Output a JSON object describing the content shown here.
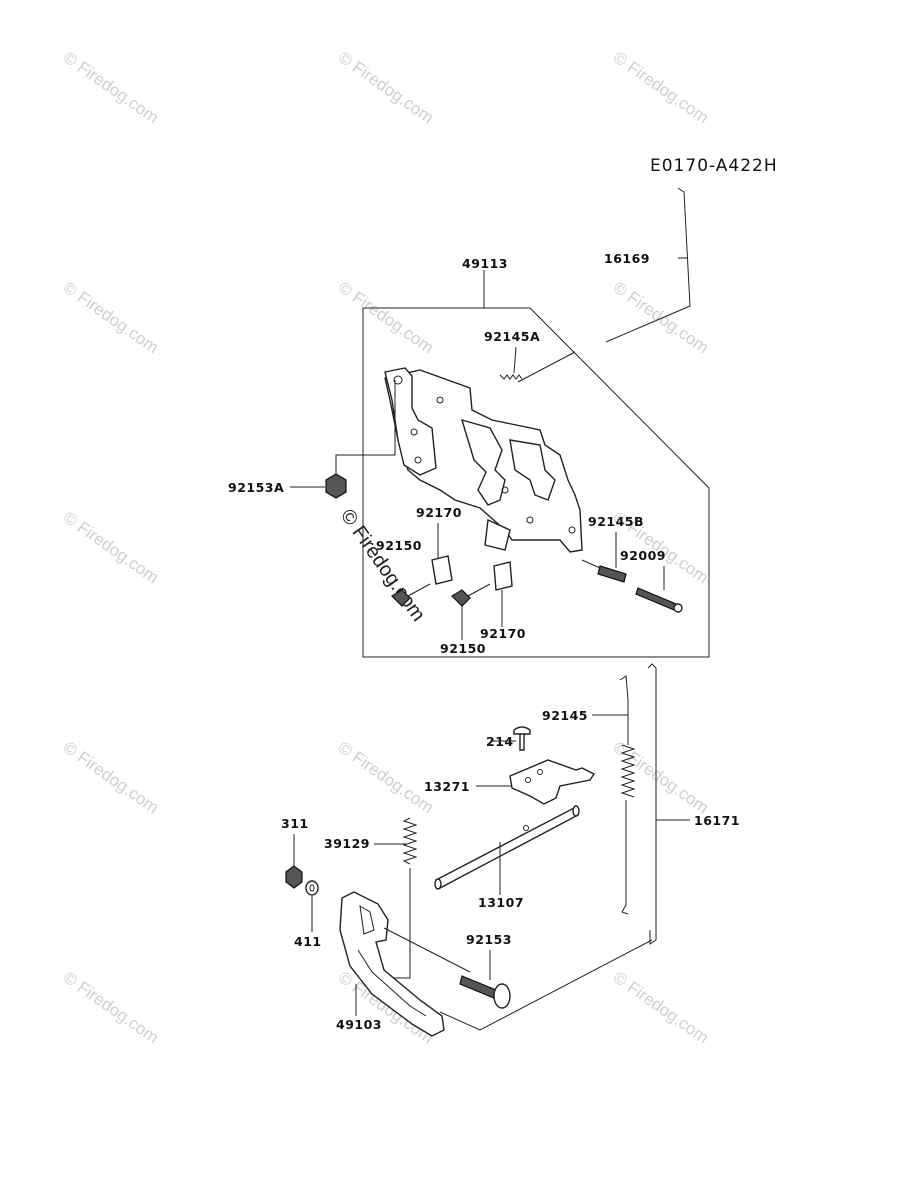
{
  "diagram_code": "E0170-A422H",
  "watermark_text": "© Firedog.com",
  "parts": {
    "p16169": "16169",
    "p49113": "49113",
    "p92145A": "92145A",
    "p92153A": "92153A",
    "p92170a": "92170",
    "p92150a": "92150",
    "p92145B": "92145B",
    "p92009": "92009",
    "p92170b": "92170",
    "p92150b": "92150",
    "p92145": "92145",
    "p214": "214",
    "p13271": "13271",
    "p16171": "16171",
    "p311": "311",
    "p39129": "39129",
    "p13107": "13107",
    "p411": "411",
    "p92153": "92153",
    "p49103": "49103"
  }
}
